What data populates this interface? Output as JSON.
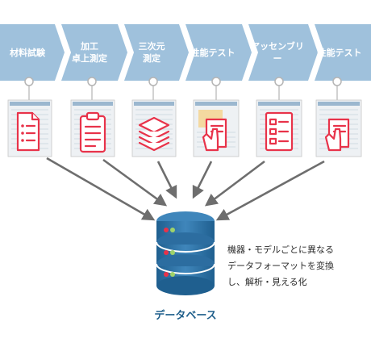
{
  "process_steps": [
    {
      "label": "材料試験",
      "icon": "document-list-icon"
    },
    {
      "label": "加工\n卓上測定",
      "icon": "clipboard-icon"
    },
    {
      "label": "三次元\n測定",
      "icon": "layers-icon"
    },
    {
      "label": "性能テスト",
      "icon": "hand-document-icon"
    },
    {
      "label": "アッセンブリー",
      "icon": "form-list-icon"
    },
    {
      "label": "性能テスト",
      "icon": "hand-document-icon"
    }
  ],
  "description": [
    "機器・モデルごとに異なる",
    "データフォーマットを変換",
    "し、解析・見える化"
  ],
  "database_label": "データベース",
  "colors": {
    "chevron": "#9fc1dc",
    "icon_accent": "#e8334a",
    "arrow": "#707070",
    "database": "#2c6da0"
  }
}
